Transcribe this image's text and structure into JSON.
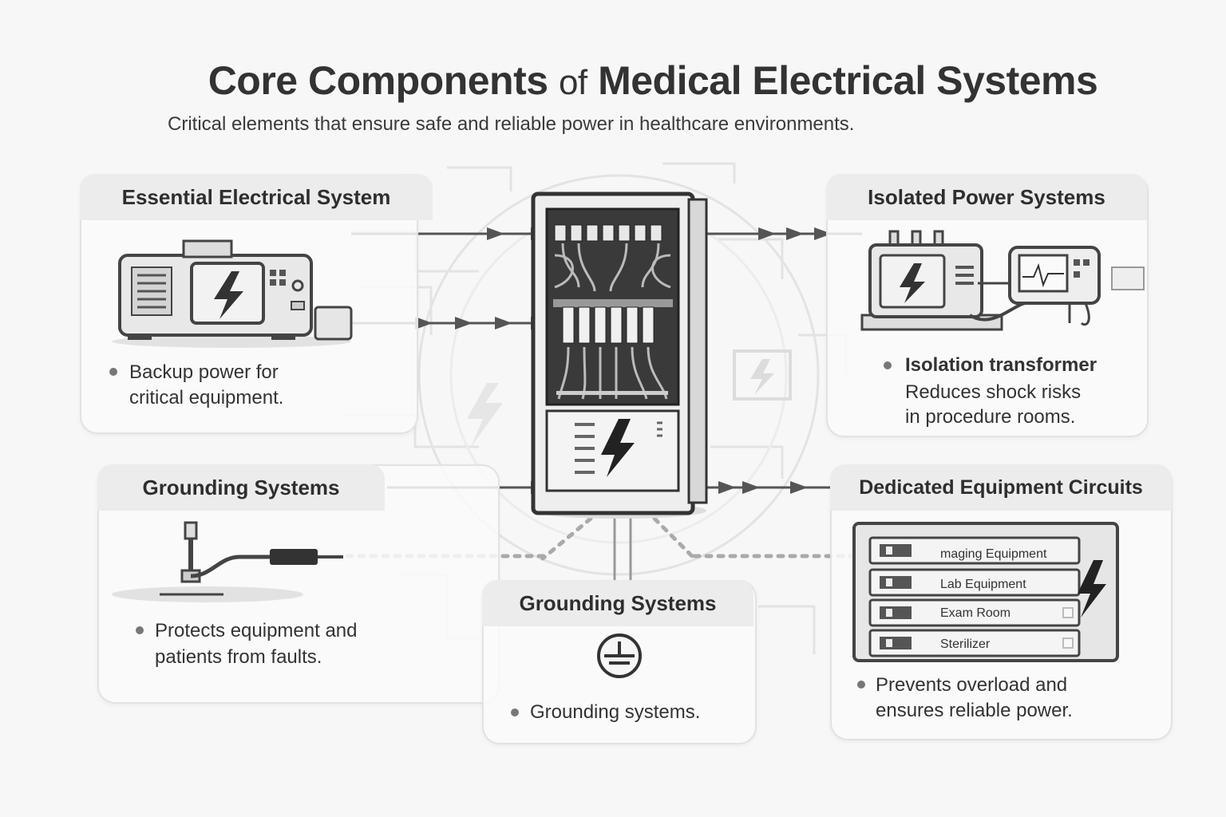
{
  "title": {
    "part1": "Core Components",
    "part2": "of",
    "part3": "Medical Electrical Systems"
  },
  "subtitle": "Critical elements that ensure safe and reliable power in healthcare environments.",
  "cards": {
    "essential": {
      "heading": "Essential Electrical System",
      "bullet_lines": [
        "Backup power for",
        "critical equipment."
      ],
      "icon": "generator-icon"
    },
    "isolated": {
      "heading": "Isolated Power Systems",
      "bullet_bold": "Isolation transformer",
      "lines": [
        "Reduces shock risks",
        "in procedure rooms."
      ],
      "icon": "isolation-transformer-icon"
    },
    "grounding_left": {
      "heading": "Grounding Systems",
      "bullet_lines": [
        "Protects equipment and",
        "patients from faults."
      ],
      "icon": "ground-rod-icon"
    },
    "grounding_center": {
      "heading": "Grounding Systems",
      "bullet_lines": [
        "Grounding systems."
      ],
      "icon": "ground-symbol-icon"
    },
    "dedicated": {
      "heading": "Dedicated Equipment Circuits",
      "breakers": [
        "maging Equipment",
        "Lab Equipment",
        "Exam Room",
        "Sterilizer"
      ],
      "bullet_lines": [
        "Prevents overload and",
        "ensures reliable power."
      ],
      "icon": "breaker-panel-icon"
    }
  },
  "center": {
    "icon": "electrical-distribution-panel-icon"
  },
  "colors": {
    "background": "#f7f7f7",
    "card_tab": "#ececec",
    "line": "#555555"
  }
}
